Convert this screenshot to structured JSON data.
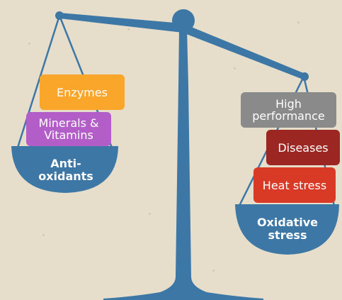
{
  "colors": {
    "background": "#e6ddcb",
    "scale": "#3d77a6",
    "enzymes": "#f9a62b",
    "minerals_vitamins": "#b35ec8",
    "high_performance": "#8a8a8a",
    "diseases": "#9b2622",
    "heat_stress": "#d93a26"
  },
  "left_pan": {
    "label": "Anti-\noxidants",
    "blocks": [
      {
        "id": "enzymes",
        "text": "Enzymes"
      },
      {
        "id": "minerals",
        "text": "Minerals &\nVitamins"
      }
    ]
  },
  "right_pan": {
    "label": "Oxidative\nstress",
    "blocks": [
      {
        "id": "high-performance",
        "text": "High\nperformance"
      },
      {
        "id": "diseases",
        "text": "Diseases"
      },
      {
        "id": "heat-stress",
        "text": "Heat stress"
      }
    ]
  }
}
